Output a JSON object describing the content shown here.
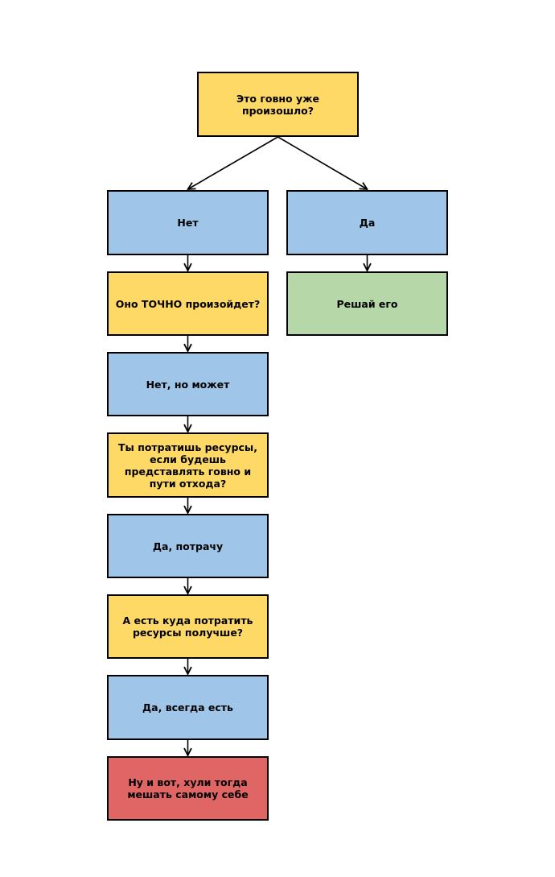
{
  "colors": {
    "question": "#FFD966",
    "answer": "#9FC5E8",
    "action": "#B6D7A8",
    "conclusion": "#E06666",
    "border": "#000000"
  },
  "nodes": {
    "root_question": {
      "text": "Это говно уже\nпроизошло?",
      "kind": "question"
    },
    "answer_no": {
      "text": "Нет",
      "kind": "answer"
    },
    "answer_yes": {
      "text": "Да",
      "kind": "answer"
    },
    "question_will_happen": {
      "text": "Оно ТОЧНО произойдет?",
      "kind": "question"
    },
    "action_solve": {
      "text": "Решай его",
      "kind": "action"
    },
    "answer_maybe": {
      "text": "Нет, но может",
      "kind": "answer"
    },
    "question_resources": {
      "text": "Ты потратишь ресурсы,\nесли будешь\nпредставлять говно и\nпути отхода?",
      "kind": "question"
    },
    "answer_will_spend": {
      "text": "Да, потрачу",
      "kind": "answer"
    },
    "question_better_use": {
      "text": "А есть куда потратить\nресурсы получше?",
      "kind": "question"
    },
    "answer_always": {
      "text": "Да, всегда есть",
      "kind": "answer"
    },
    "conclusion": {
      "text": "Ну и вот, хули тогда\nмешать самому себе",
      "kind": "conclusion"
    }
  },
  "edges": [
    {
      "from": "root_question",
      "to": "answer_no"
    },
    {
      "from": "root_question",
      "to": "answer_yes"
    },
    {
      "from": "answer_no",
      "to": "question_will_happen"
    },
    {
      "from": "answer_yes",
      "to": "action_solve"
    },
    {
      "from": "question_will_happen",
      "to": "answer_maybe"
    },
    {
      "from": "answer_maybe",
      "to": "question_resources"
    },
    {
      "from": "question_resources",
      "to": "answer_will_spend"
    },
    {
      "from": "answer_will_spend",
      "to": "question_better_use"
    },
    {
      "from": "question_better_use",
      "to": "answer_always"
    },
    {
      "from": "answer_always",
      "to": "conclusion"
    }
  ]
}
